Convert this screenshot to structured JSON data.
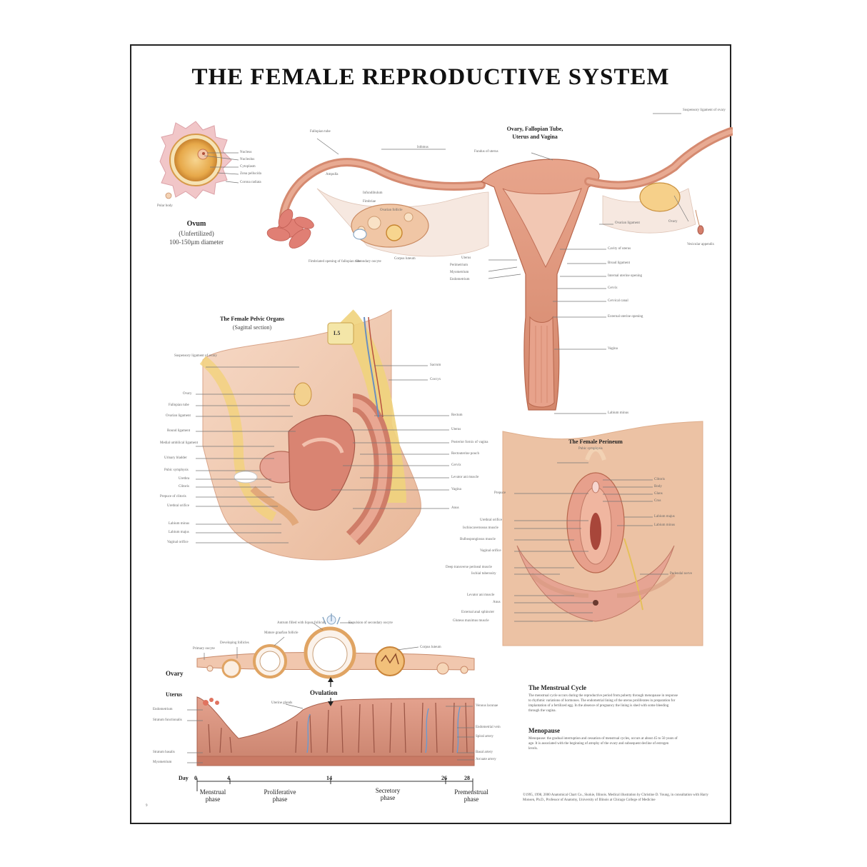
{
  "poster": {
    "title": "THE FEMALE REPRODUCTIVE SYSTEM",
    "catalog_code": "9"
  },
  "ovum": {
    "title": "Ovum",
    "subtitle": "(Unfertilized)",
    "size": "100-150µm diameter",
    "labels": [
      "Nucleus",
      "Nucleolus",
      "Cytoplasm",
      "Zona pellucida",
      "Corona radiata",
      "Polar body"
    ]
  },
  "uterus_panel": {
    "title_line1": "Ovary, Fallopian Tube,",
    "title_line2": "Uterus and Vagina",
    "labels_left": [
      "Fallopian tube",
      "Ampulla",
      "Infundibulum",
      "Fimbriae",
      "Ovarian follicle",
      "Fimbriated opening of fallopian tube",
      "Secondary oocyte",
      "Corpus luteum"
    ],
    "labels_top": [
      "Isthmus",
      "Fundus of uterus",
      "Suspensory ligament of ovary"
    ],
    "labels_center": [
      "Uterus",
      "Perimetrium",
      "Myometrium",
      "Endometrium"
    ],
    "labels_right": [
      "Ovarian ligament",
      "Ovary",
      "Vesicular appendix",
      "Cavity of uterus",
      "Broad ligament",
      "Internal uterine opening",
      "Cervix",
      "Cervical canal",
      "External uterine opening",
      "Vagina",
      "Labium minus"
    ]
  },
  "pelvic_panel": {
    "title": "The Female Pelvic Organs",
    "subtitle": "(Sagittal section)",
    "vertebra": "L5",
    "labels_left": [
      "Suspensory ligament of ovary",
      "Ovary",
      "Fallopian tube",
      "Ovarian ligament",
      "Round ligament",
      "Medial umbilical ligament",
      "Urinary bladder",
      "Pubic symphysis",
      "Urethra",
      "Clitoris",
      "Prepuce of clitoris",
      "Urethral orifice",
      "Labium minus",
      "Labium majus",
      "Vaginal orifice"
    ],
    "labels_right": [
      "Sacrum",
      "Coccyx",
      "Rectum",
      "Uterus",
      "Posterior fornix of vagina",
      "Rectouterine pouch",
      "Cervix",
      "Levator ani muscle",
      "Vagina",
      "Anus"
    ]
  },
  "perineum_panel": {
    "title": "The Female Perineum",
    "labels_left": [
      "Pubic symphysis",
      "Prepuce",
      "Urethral orifice",
      "Ischiocavernosus muscle",
      "Bulbospongiosus muscle",
      "Vaginal orifice",
      "Deep transverse perineal muscle",
      "Ischial tuberosity",
      "Levator ani muscle",
      "Anus",
      "External anal sphincter",
      "Gluteus maximus muscle"
    ],
    "labels_right": [
      "Clitoris",
      "Body",
      "Glans",
      "Crus",
      "Labium majus",
      "Labium minus",
      "Pudendal nerve"
    ]
  },
  "cycle_panel": {
    "ovary_label": "Ovary",
    "uterus_label": "Uterus",
    "ovulation_label": "Ovulation",
    "ovary_labels": [
      "Primary oocyte",
      "Developing follicles",
      "Mature graafian follicle",
      "Antrum filled with liquor folliculi",
      "Expulsion of secondary oocyte",
      "Corpus luteum"
    ],
    "uterus_labels_left": [
      "Endometrium",
      "Stratum functionalis",
      "Stratum basalis",
      "Myometrium"
    ],
    "uterus_labels_right": [
      "Uterine glands",
      "Venous lacunae",
      "Endometrial vein",
      "Spiral artery",
      "Basal artery",
      "Arcuate artery"
    ],
    "day_label": "Day",
    "days": [
      "0",
      "4",
      "14",
      "26",
      "28"
    ],
    "phases": [
      {
        "line1": "Menstrual",
        "line2": "phase"
      },
      {
        "line1": "Proliferative",
        "line2": "phase"
      },
      {
        "line1": "Secretory",
        "line2": "phase"
      },
      {
        "line1": "Premenstrual",
        "line2": "phase"
      }
    ]
  },
  "text_blocks": {
    "menstrual_title": "The Menstrual Cycle",
    "menstrual_body": "The menstrual cycle occurs during the reproductive period from puberty through menopause in response to rhythmic variations of hormones. The endometrial lining of the uterus proliferates in preparation for implantation of a fertilized egg. In the absence of pregnancy the lining is shed with some bleeding through the vagina.",
    "menopause_title": "Menopause",
    "menopause_body": "Menopause: the gradual interruption and cessation of menstrual cycles, occurs at about 45 to 50 years of age. It is associated with the beginning of atrophy of the ovary and subsequent decline of estrogen levels.",
    "credit": "©1995, 1998, 2000 Anatomical Chart Co., Skokie, Illinois. Medical illustration by Christine D. Young, in consultation with Harry Monsen, Ph.D., Professor of Anatomy, University of Illinois at Chicago College of Medicine"
  }
}
